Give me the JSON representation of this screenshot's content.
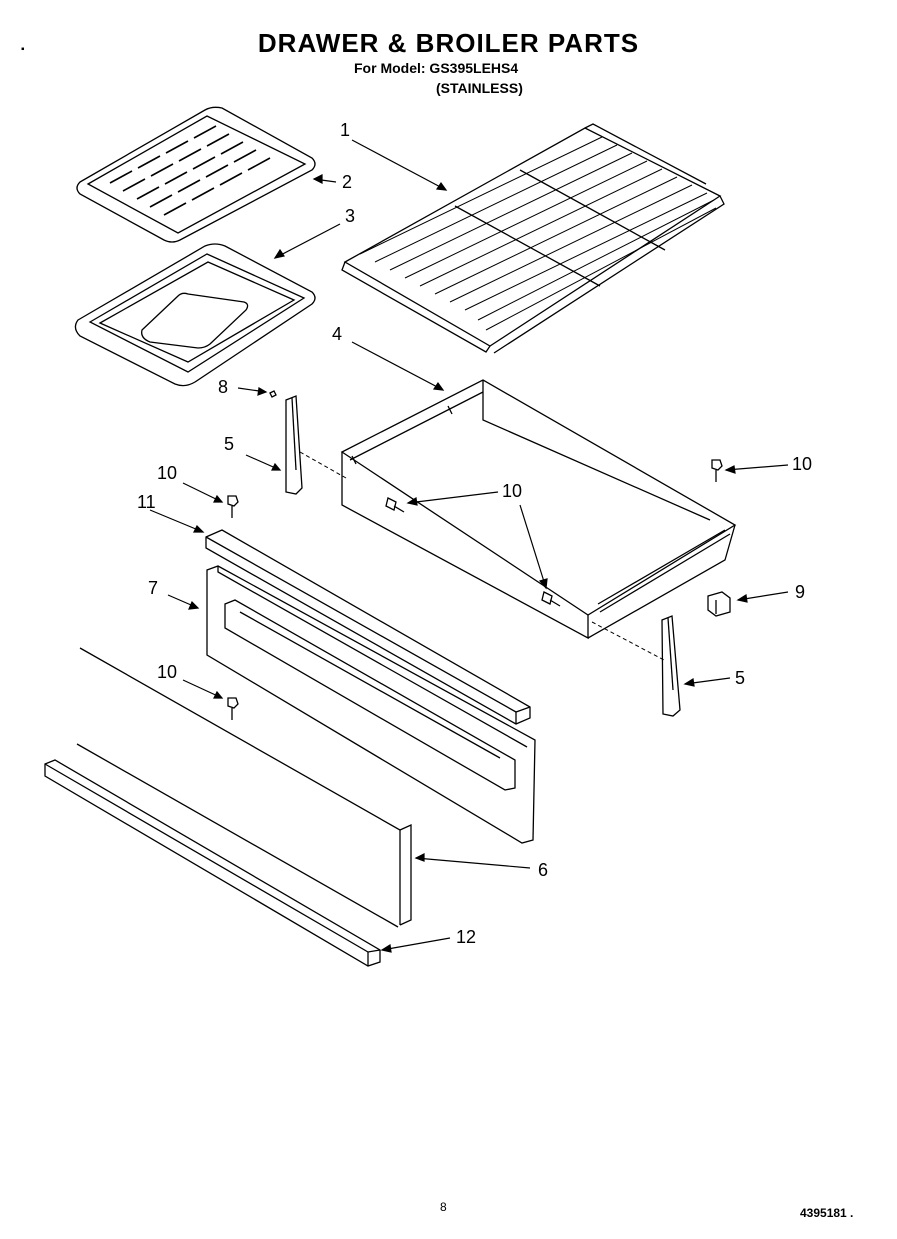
{
  "header": {
    "title": "DRAWER & BROILER PARTS",
    "model_line": "For Model: GS395LEHS4",
    "finish_line": "(STAINLESS)"
  },
  "callouts": {
    "c1": "1",
    "c2": "2",
    "c3": "3",
    "c4": "4",
    "c5a": "5",
    "c5b": "5",
    "c6": "6",
    "c7": "7",
    "c8": "8",
    "c9": "9",
    "c10a": "10",
    "c10b": "10",
    "c10c": "10",
    "c10d": "10",
    "c11": "11",
    "c12": "12"
  },
  "footer": {
    "page_number": "8",
    "document_number": "4395181 ."
  }
}
